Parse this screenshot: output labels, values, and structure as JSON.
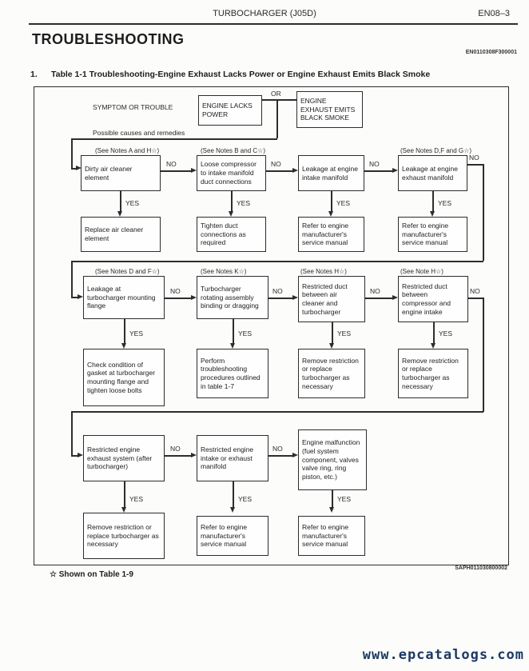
{
  "header": {
    "title": "TURBOCHARGER (J05D)",
    "page_number": "EN08–3"
  },
  "doc": {
    "title": "TROUBLESHOOTING",
    "code": "EN0110308F300001"
  },
  "section": {
    "number": "1.",
    "title": "Table 1-1 Troubleshooting-Engine Exhaust Lacks Power or Engine Exhaust Emits Black Smoke"
  },
  "flowchart": {
    "symptom_label": "SYMPTOM OR TROUBLE",
    "or_label": "OR",
    "symptoms": [
      "ENGINE LACKS POWER",
      "ENGINE EXHAUST EMITS BLACK SMOKE"
    ],
    "causes_label": "Possible causes and remedies",
    "yes_label": "YES",
    "no_label": "NO",
    "rows": [
      {
        "steps": [
          {
            "note": "(See Notes A and H☆)",
            "cause": "Dirty air cleaner element",
            "remedy": "Replace air cleaner element"
          },
          {
            "note": "(See Notes B and C☆)",
            "cause": "Loose compressor to intake manifold duct connections",
            "remedy": "Tighten duct connections as required"
          },
          {
            "note": "",
            "cause": "Leakage at engine intake manifold",
            "remedy": "Refer to engine manufacturer's service manual"
          },
          {
            "note": "(See Notes D,F and G☆)",
            "cause": "Leakage at engine exhaust manifold",
            "remedy": "Refer to engine manufacturer's service manual"
          }
        ]
      },
      {
        "steps": [
          {
            "note": "(See Notes D and F☆)",
            "cause": "Leakage at turbocharger mounting flange",
            "remedy": "Check condition of gasket at turbocharger mounting flange and tighten loose bolts"
          },
          {
            "note": "(See Notes K☆)",
            "cause": "Turbocharger rotating assembly binding or dragging",
            "remedy": "Perform troubleshooting procedures outlined in table 1-7"
          },
          {
            "note": "(See Notes H☆)",
            "cause": "Restricted duct between air cleaner and turbocharger",
            "remedy": "Remove restriction or replace turbocharger as necessary"
          },
          {
            "note": "(See Note H☆)",
            "cause": "Restricted duct between compressor and engine intake",
            "remedy": "Remove restriction or replace turbocharger as necessary"
          }
        ]
      },
      {
        "steps": [
          {
            "note": "",
            "cause": "Restricted engine exhaust system (after turbocharger)",
            "remedy": "Remove restriction or replace turbocharger as necessary"
          },
          {
            "note": "",
            "cause": "Restricted engine intake or exhaust manifold",
            "remedy": "Refer to engine manufacturer's service manual"
          },
          {
            "note": "",
            "cause": "Engine malfunction (fuel system component, valves valve ring, ring piston, etc.)",
            "remedy": "Refer to engine manufacturer's service manual"
          }
        ]
      }
    ]
  },
  "footer": {
    "figure_code": "SAPH011030800002",
    "legend": "☆ Shown on Table 1-9"
  },
  "watermark": {
    "text": "www.epcatalogs.com"
  },
  "colors": {
    "ink": "#2d2d2d",
    "paper": "#fcfcfb",
    "watermark": "#1b3a64"
  }
}
